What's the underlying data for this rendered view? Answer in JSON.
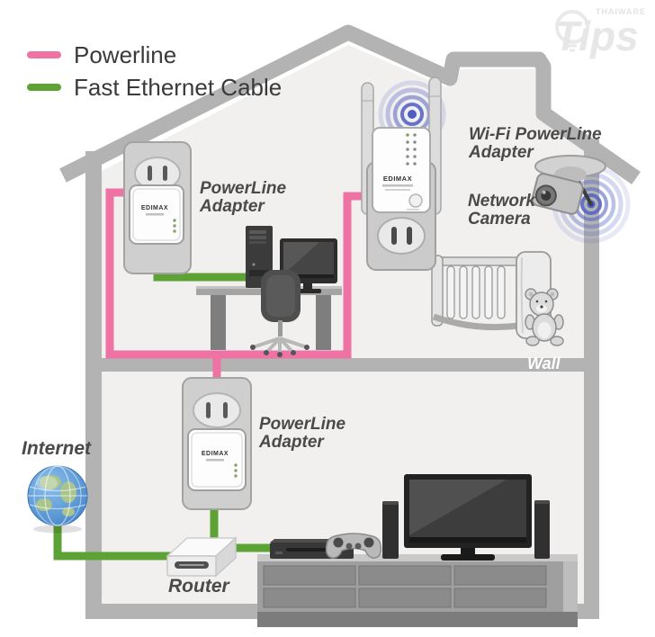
{
  "colors": {
    "powerline_pink": "#ee72a3",
    "ethernet_green": "#5ca235",
    "house_gray": "#b3b3b3",
    "wifi_blue": "#5865c3",
    "label_gray": "#4a4a4a"
  },
  "legend": {
    "powerline": "Powerline",
    "ethernet": "Fast Ethernet Cable"
  },
  "labels": {
    "adapter_upper": "PowerLine\nAdapter",
    "wifi_adapter": "Wi-Fi PowerLine\nAdapter",
    "network_camera": "Network\nCamera",
    "wall": "Wall",
    "adapter_lower": "PowerLine\nAdapter",
    "internet": "Internet",
    "router": "Router"
  },
  "devices": {
    "brand": "EDIMAX"
  },
  "watermark": {
    "logo": "Tips",
    "site": "THAIWARE"
  }
}
